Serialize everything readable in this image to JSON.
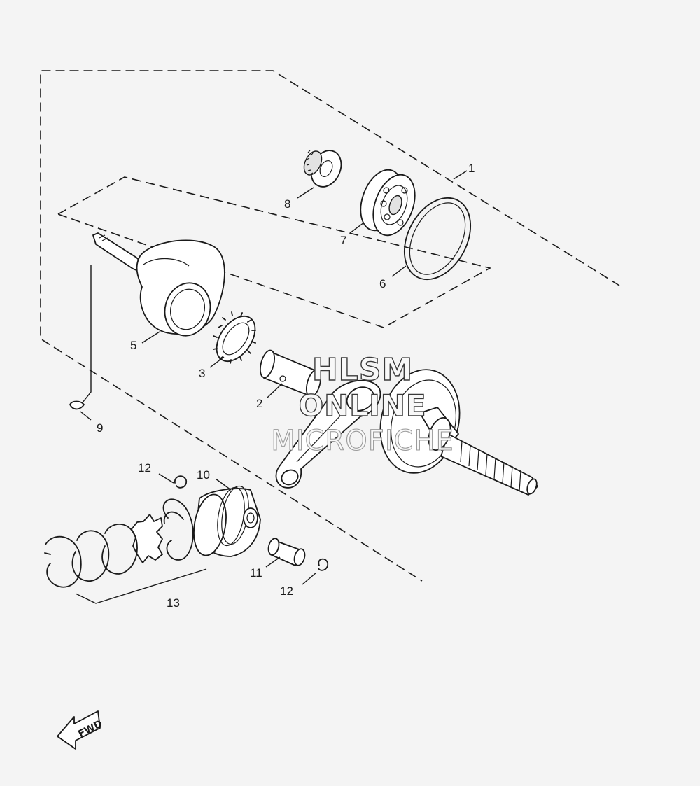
{
  "callouts": [
    {
      "id": "c1",
      "text": "1"
    },
    {
      "id": "c2",
      "text": "2"
    },
    {
      "id": "c3",
      "text": "3"
    },
    {
      "id": "c5",
      "text": "5"
    },
    {
      "id": "c6",
      "text": "6"
    },
    {
      "id": "c7",
      "text": "7"
    },
    {
      "id": "c8",
      "text": "8"
    },
    {
      "id": "c9",
      "text": "9"
    },
    {
      "id": "c10",
      "text": "10"
    },
    {
      "id": "c11",
      "text": "11"
    },
    {
      "id": "c12a",
      "text": "12"
    },
    {
      "id": "c12b",
      "text": "12"
    },
    {
      "id": "c13",
      "text": "13"
    }
  ],
  "watermark": {
    "line1": "HLSM",
    "line2": "ONLINE",
    "line3": "MICROFICHE"
  },
  "direction_arrow": {
    "label": "FWD",
    "icon": "fwd-arrow-icon"
  }
}
